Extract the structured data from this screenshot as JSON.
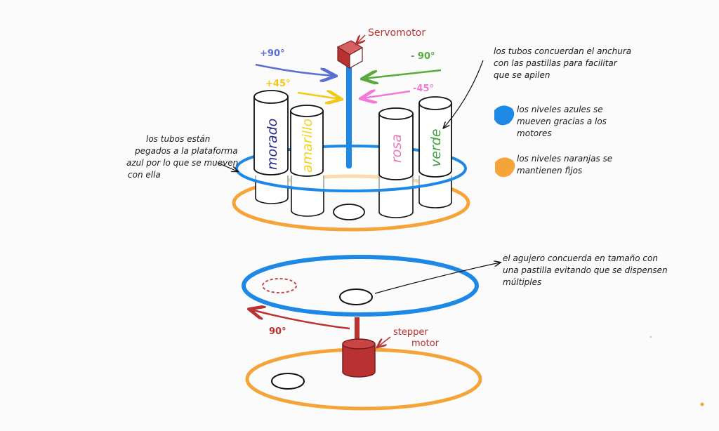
{
  "servo_label": "Servomotor",
  "stepper_label": [
    "stepper",
    "motor"
  ],
  "angles": {
    "plus90": "+90°",
    "plus45": "+45°",
    "minus90": "- 90°",
    "minus45": "-45°",
    "stepper90": "90°"
  },
  "tubes": [
    "morado",
    "amarillo",
    "rosa",
    "verde"
  ],
  "notes": {
    "tubes_width": [
      "los tubos concuerdan el anchura",
      "con las pastillas para facilitar",
      "que se apilen"
    ],
    "tubes_stuck": [
      "los tubos están",
      "pegados a la plataforma",
      "azul por lo que se mueven",
      "con ella"
    ],
    "hole": [
      "el agujero concuerda en tamaño con",
      "una pastilla evitando que se dispensen",
      "múltiples"
    ]
  },
  "legend": [
    {
      "text": [
        "los niveles azules se",
        "mueven gracias a los",
        "motores"
      ],
      "color": "#1e88e5"
    },
    {
      "text": [
        "los niveles naranjas se",
        "mantienen fijos"
      ],
      "color": "#f5a43a"
    }
  ],
  "colors": {
    "blue": "#1e88e5",
    "orange": "#f5a43a",
    "red": "#b83232",
    "morado": "#2a2a8c",
    "amarillo": "#f2d21b",
    "rosa": "#e67ab7",
    "verde": "#3fa33f",
    "plus90": "#5b6ed3",
    "plus45": "#f2c81b",
    "minus90": "#5aaa3c",
    "minus45": "#f27ad6"
  }
}
